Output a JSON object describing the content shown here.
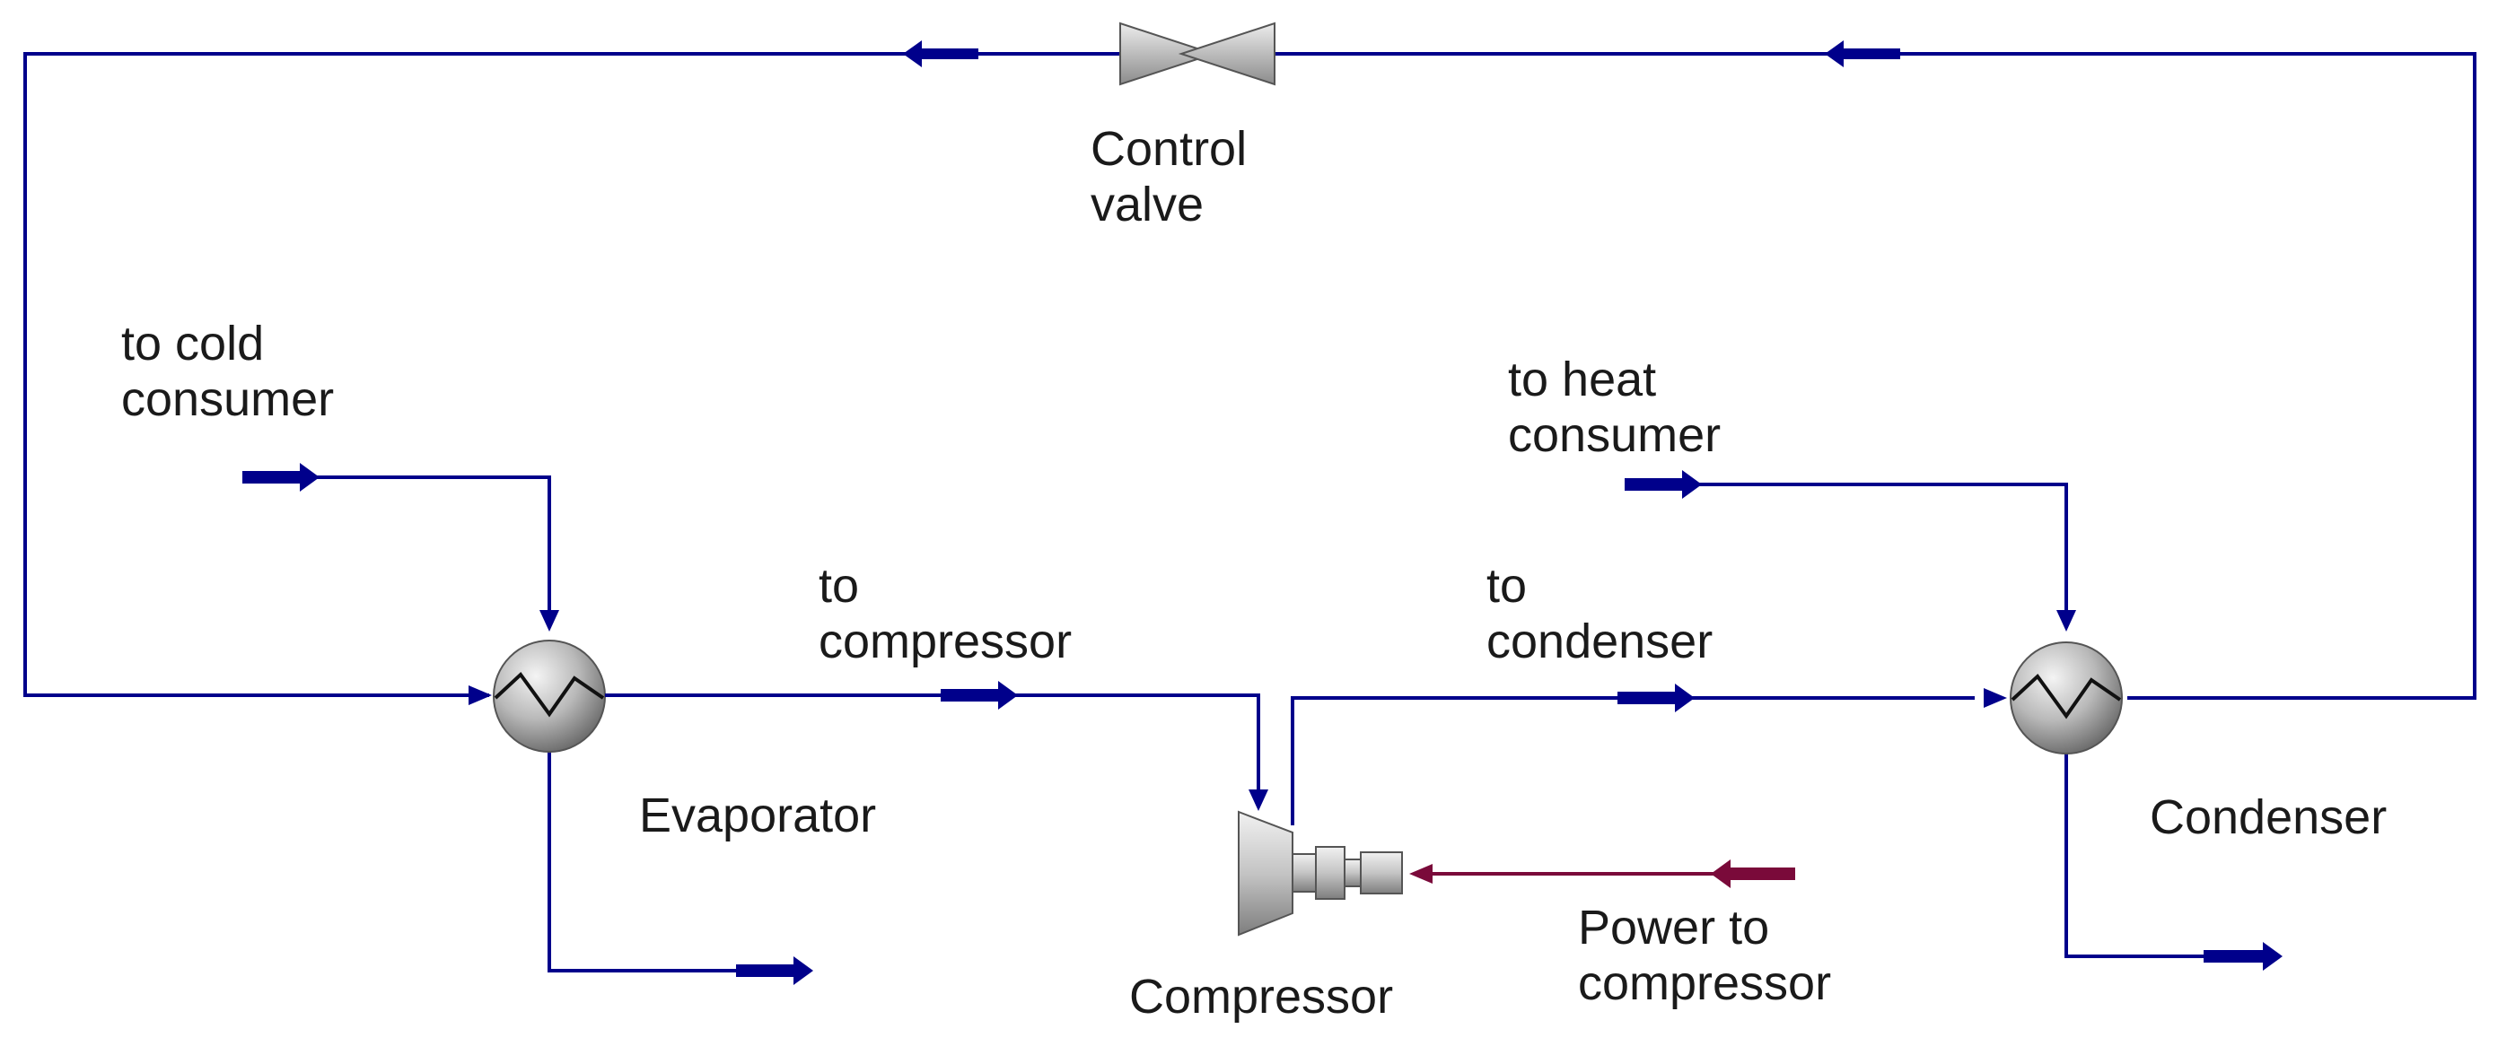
{
  "labels": {
    "control_valve": [
      "Control",
      "valve"
    ],
    "cold_consumer": [
      "to cold",
      "consumer"
    ],
    "heat_consumer": [
      "to heat",
      "consumer"
    ],
    "to_compressor": [
      "to",
      "compressor"
    ],
    "to_condenser": [
      "to",
      "condenser"
    ],
    "evaporator": "Evaporator",
    "condenser": "Condenser",
    "compressor": "Compressor",
    "power": [
      "Power to",
      "compressor"
    ]
  },
  "colors": {
    "stream": "#00008b",
    "power_stream": "#7a0a3a",
    "equipment_fill": "#cfcfcf",
    "text": "#1a1a1a"
  }
}
